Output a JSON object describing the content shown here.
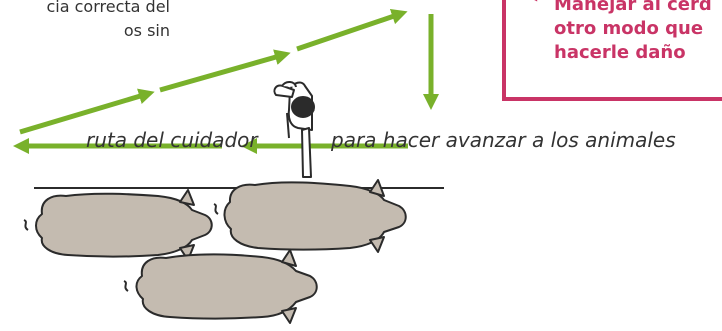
{
  "intro_text": {
    "line1": "cia correcta del",
    "line2": "os sin"
  },
  "callout": {
    "line1": "Manejar al cerd",
    "line2": "otro modo que",
    "line3": "hacerle daño",
    "accent_color": "#c93466"
  },
  "labels": {
    "handler_route": "ruta del cuidador",
    "move_forward": "para hacer avanzar a los animales"
  },
  "colors": {
    "arrow": "#79b12b",
    "pig_fill": "#c4bbb0",
    "outline": "#2b2b2b",
    "text": "#333333"
  },
  "icons": {
    "handler": "person-top-view-icon",
    "animal": "pig-icon",
    "route_arrow": "arrow-icon"
  }
}
